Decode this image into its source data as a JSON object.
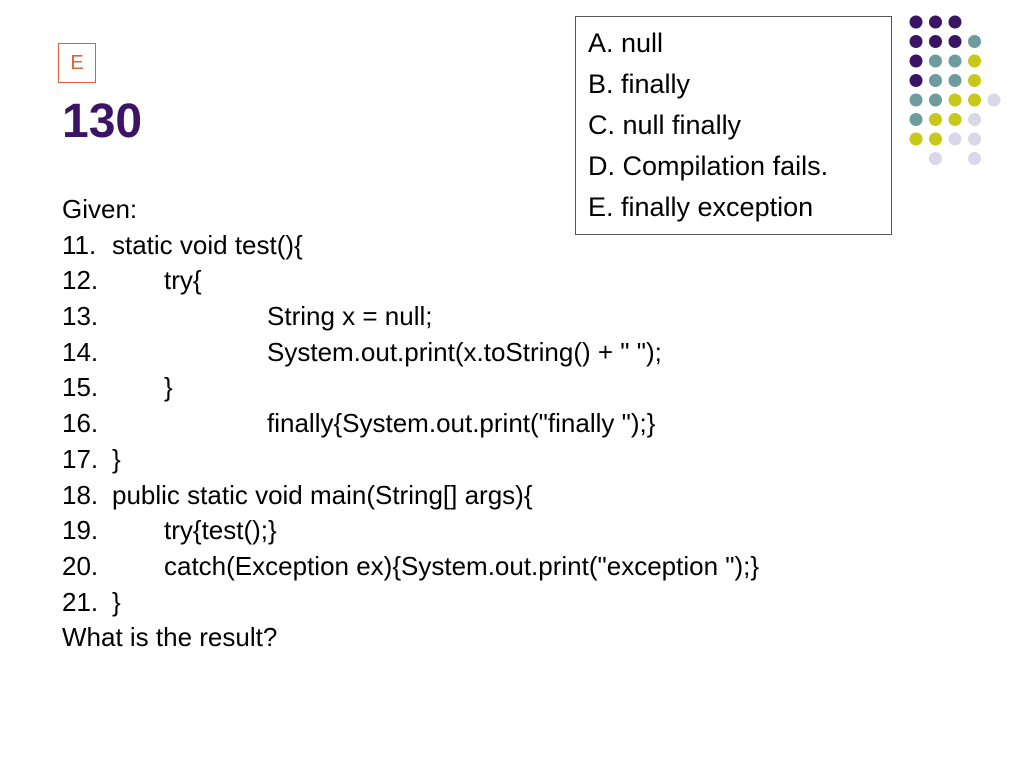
{
  "answer_badge": "E",
  "question_number": "130",
  "options": [
    "A. null",
    "B. finally",
    "C. null finally",
    "D. Compilation fails.",
    "E. finally exception"
  ],
  "given_label": "Given:",
  "code": [
    {
      "num": "11.",
      "text": "static void test(){",
      "indent": 0
    },
    {
      "num": "12.",
      "text": "try{",
      "indent": 1
    },
    {
      "num": "13.",
      "text": "String x = null;",
      "indent": 2
    },
    {
      "num": "14.",
      "text": "System.out.print(x.toString() + \" \");",
      "indent": 2
    },
    {
      "num": "15.",
      "text": "}",
      "indent": 1
    },
    {
      "num": "16.",
      "text": "finally{System.out.print(\"finally \");}",
      "indent": 2
    },
    {
      "num": "17.",
      "text": "}",
      "indent": 0
    },
    {
      "num": "18.",
      "text": "public static void main(String[] args){",
      "indent": 0
    },
    {
      "num": "19.",
      "text": "try{test();}",
      "indent": 1
    },
    {
      "num": "20.",
      "text": "catch(Exception ex){System.out.print(\"exception \");}",
      "indent": 1
    },
    {
      "num": "21.",
      "text": "}",
      "indent": 0
    }
  ],
  "question_prompt": "What is the result?",
  "colors": {
    "purple": "#3b1466",
    "teal": "#6e9b9e",
    "yellow": "#c8c81a",
    "lavender": "#d8d8e8",
    "badge": "#e0603a"
  },
  "dot_grid": [
    [
      "purple",
      "purple",
      "purple",
      "",
      ""
    ],
    [
      "purple",
      "purple",
      "purple",
      "teal",
      ""
    ],
    [
      "purple",
      "teal",
      "teal",
      "yellow",
      ""
    ],
    [
      "purple",
      "teal",
      "teal",
      "yellow",
      ""
    ],
    [
      "teal",
      "teal",
      "yellow",
      "yellow",
      "lavender"
    ],
    [
      "teal",
      "yellow",
      "yellow",
      "lavender",
      ""
    ],
    [
      "yellow",
      "yellow",
      "lavender",
      "lavender",
      ""
    ],
    [
      "",
      "lavender",
      "",
      "lavender",
      ""
    ]
  ]
}
